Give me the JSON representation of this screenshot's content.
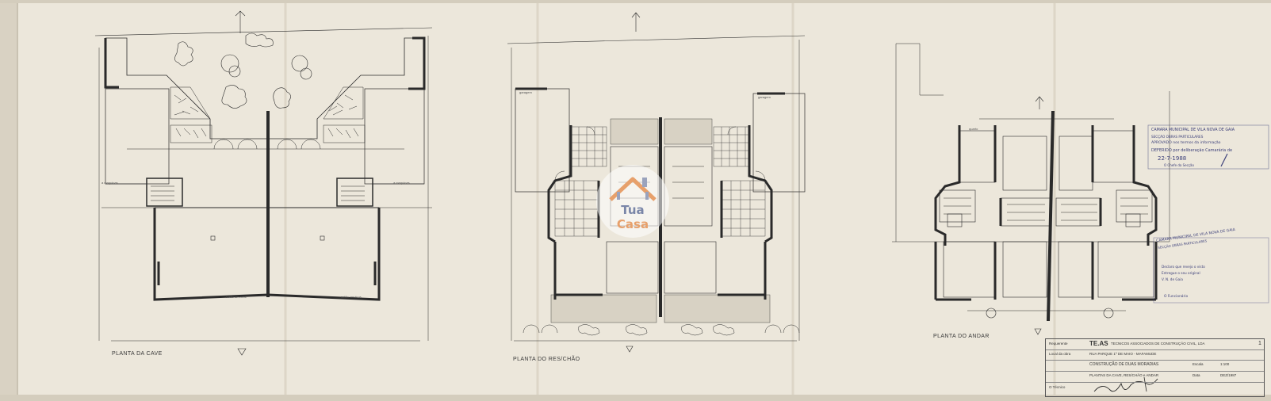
{
  "plans": {
    "cave": {
      "title": "PLANTA DA CAVE",
      "left_label": "a maquinas",
      "right_label": "a maquinas",
      "left_bottom": "sotão servicos",
      "right_bottom": "sotão servicos"
    },
    "res": {
      "title": "PLANTA DO RES/CHÃO",
      "garage_left": "garagem",
      "garage_right": "garagem"
    },
    "andar": {
      "title": "PLANTA DO ANDAR",
      "room": "quarto"
    }
  },
  "stamp_top": {
    "line1": "CAMARA MUNICIPAL DE VILA NOVA DE GAIA",
    "line2": "SECÇÃO OBRAS PARTICULARES",
    "line3": "APROVADO  nos termos da informação",
    "line4": "DEFERIDO  por deliberação Camarária de",
    "date": "22-7-1988",
    "sign": "O Chefe da Secção"
  },
  "stamp_bottom": {
    "line1": "CAMARA MUNICIPAL DE VILA NOVA DE GAIA",
    "line2": "SECÇÃO OBRAS PARTICULARES",
    "line3": "Declaro que revejo o visto",
    "line4": "Entregue o seu original",
    "line5": "V. N. de Gaia",
    "line6": "O Funcionário"
  },
  "title_block": {
    "requerente_label": "Requerente",
    "company": "TE.AS",
    "company_full": "TECNICOS ASSOCIADOS DE CONSTRUÇÃO CIVIL, LDA",
    "local_label": "Local da obra",
    "address": "RUA PARQUE 1º DE MAIO  -  MAFAMUDE",
    "project": "CONSTRUÇÃO DE DUAS MORADIAS",
    "escala_label": "Escala",
    "escala": "1:100",
    "content": "PLANTAS DA CAVE, RES/CHÃO e ANDAR",
    "data_label": "Data",
    "data": "DEZ/1987",
    "author_label": "O Técnico",
    "sheet_no": "1"
  },
  "watermark": {
    "line1": "Tua",
    "line2": "Casa"
  },
  "colors": {
    "paper": "#ece7db",
    "ink": "#2a2a2a",
    "stamp": "#3b3f7a",
    "logo_blue": "#7a86a8",
    "logo_orange": "#e7a06b"
  }
}
